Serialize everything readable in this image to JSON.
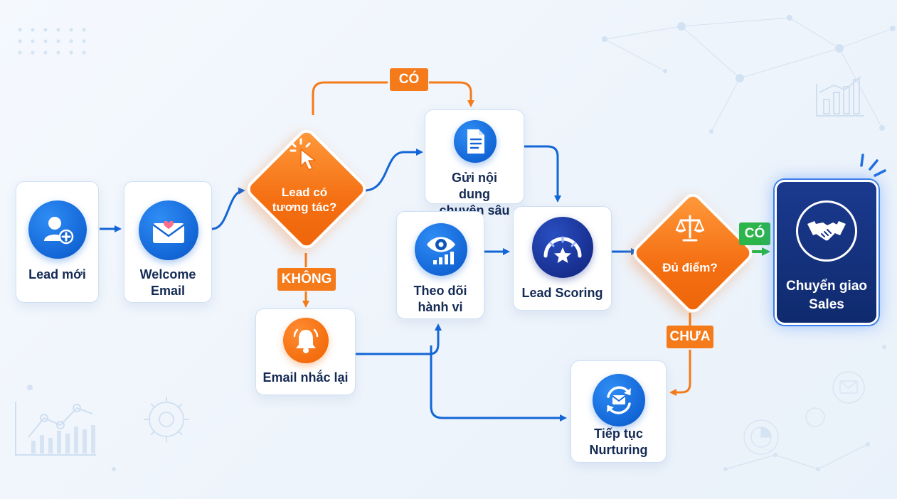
{
  "diagram": {
    "nodes": {
      "lead_moi": {
        "label": "Lead mới",
        "icon": "user-plus-icon"
      },
      "welcome_email": {
        "label": "Welcome Email",
        "icon": "heart-envelope-icon"
      },
      "lead_tuong_tac": {
        "label": "Lead có tương tác?",
        "icon": "cursor-click-icon"
      },
      "gui_noi_dung": {
        "label": "Gửi nội dung chuyên sâu",
        "icon": "document-icon"
      },
      "email_nhac_lai": {
        "label": "Email nhắc lại",
        "icon": "bell-icon"
      },
      "theo_doi": {
        "label": "Theo dõi hành vi",
        "icon": "eye-chart-icon"
      },
      "lead_scoring": {
        "label": "Lead Scoring",
        "icon": "gauge-star-icon"
      },
      "du_diem": {
        "label": "Đủ điểm?",
        "icon": "balance-scale-icon"
      },
      "chuyen_giao": {
        "label": "Chuyển giao Sales",
        "icon": "handshake-icon"
      },
      "tiep_tuc": {
        "label": "Tiếp tục Nurturing",
        "icon": "refresh-envelope-icon"
      }
    },
    "badges": {
      "co_top": "CÓ",
      "khong": "KHÔNG",
      "co_right": "CÓ",
      "chua": "CHƯA"
    },
    "edges": [
      {
        "from": "Lead mới",
        "to": "Welcome Email"
      },
      {
        "from": "Welcome Email",
        "to": "Lead có tương tác?"
      },
      {
        "from": "Lead có tương tác?",
        "to": "Gửi nội dung chuyên sâu",
        "label": "CÓ"
      },
      {
        "from": "Lead có tương tác?",
        "to": "Gửi nội dung chuyên sâu"
      },
      {
        "from": "Lead có tương tác?",
        "to": "Email nhắc lại",
        "label": "KHÔNG"
      },
      {
        "from": "Gửi nội dung chuyên sâu",
        "to": "Lead Scoring"
      },
      {
        "from": "Email nhắc lại",
        "to": "Theo dõi hành vi"
      },
      {
        "from": "Theo dõi hành vi",
        "to": "Lead Scoring"
      },
      {
        "from": "Theo dõi hành vi",
        "to": "Tiếp tục Nurturing"
      },
      {
        "from": "Lead Scoring",
        "to": "Đủ điểm?"
      },
      {
        "from": "Đủ điểm?",
        "to": "Chuyển giao Sales",
        "label": "CÓ"
      },
      {
        "from": "Đủ điểm?",
        "to": "Tiếp tục Nurturing",
        "label": "CHƯA"
      }
    ]
  },
  "colors": {
    "flow_blue": "#1366d6",
    "decision_orange": "#f47a1a",
    "yes_green": "#2bb54a",
    "final_navy": "#0f2a6e",
    "text_dark": "#142a54"
  }
}
